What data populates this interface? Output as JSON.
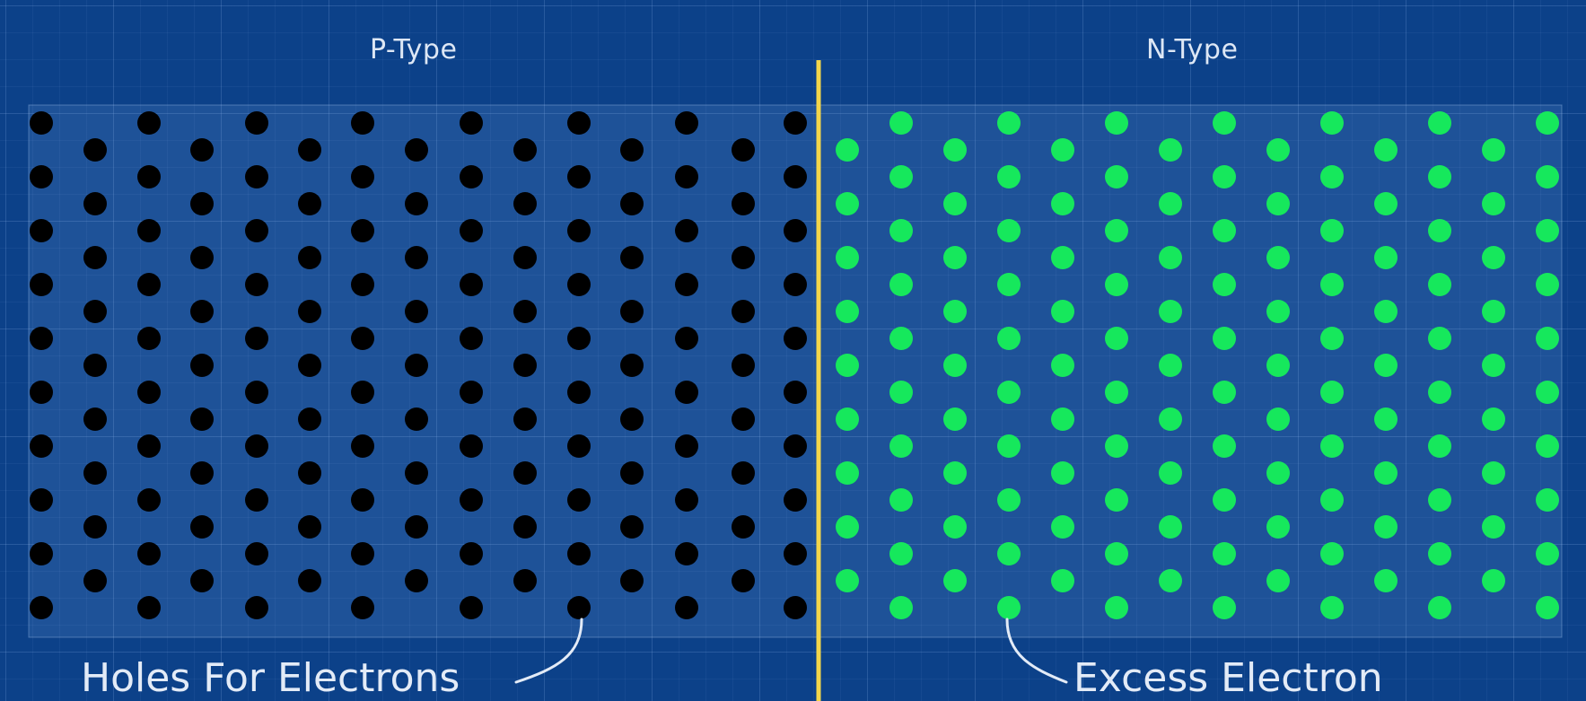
{
  "regions": {
    "p_type": {
      "label": "P-Type"
    },
    "n_type": {
      "label": "N-Type"
    }
  },
  "annotations": {
    "holes": "Holes For Electrons",
    "excess_electron": "Excess Electron"
  },
  "colors": {
    "background": "#0c4189",
    "hole": "#000000",
    "electron": "#16e85c",
    "junction": "#f4d64a",
    "text": "#e3ebf7"
  }
}
